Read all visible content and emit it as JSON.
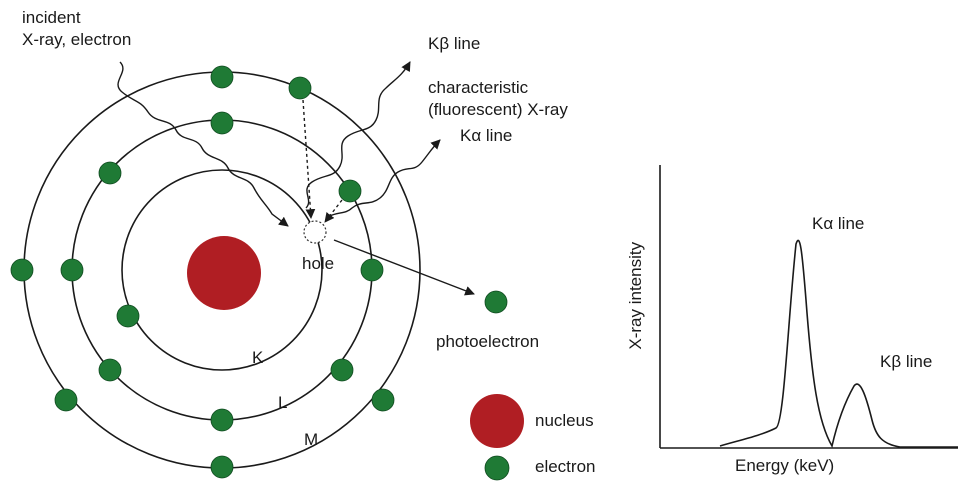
{
  "diagram": {
    "incident_line1": "incident",
    "incident_line2": "X-ray, electron",
    "kbeta_top": "Kβ line",
    "characteristic_line1": "characteristic",
    "characteristic_line2": "(fluorescent) X-ray",
    "kalpha_top": "Kα line",
    "hole": "hole",
    "photoelectron": "photoelectron",
    "shell_k": "K",
    "shell_l": "L",
    "shell_m": "M"
  },
  "legend": {
    "nucleus": "nucleus",
    "electron": "electron"
  },
  "spectrum": {
    "ylabel": "X-ray intensity",
    "xlabel": "Energy (keV)",
    "kalpha_label": "Kα line",
    "kbeta_label": "Kβ line"
  },
  "colors": {
    "nucleus": "#b01e23",
    "electron": "#1f7a35",
    "line": "#1a1a1a"
  }
}
